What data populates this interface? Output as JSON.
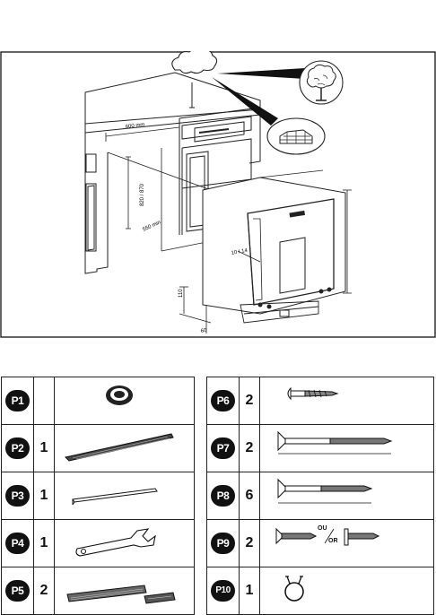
{
  "diagram": {
    "dim_width": "600 mm",
    "dim_height": "820 / 870",
    "dim_depth": "550 min",
    "dim_door": "10 / 14",
    "dim_gap": "110",
    "dim_foot": "60",
    "icons": [
      "cloud-icon",
      "tree-icon",
      "brick-wall-icon"
    ]
  },
  "parts_left": [
    {
      "id": "P1",
      "qty": "",
      "icon": "grommet-icon"
    },
    {
      "id": "P2",
      "qty": "1",
      "icon": "adhesive-strip-icon"
    },
    {
      "id": "P3",
      "qty": "1",
      "icon": "seal-strip-icon"
    },
    {
      "id": "P4",
      "qty": "1",
      "icon": "wrench-icon"
    },
    {
      "id": "P5",
      "qty": "2",
      "icon": "brush-strip-icon"
    }
  ],
  "parts_right": [
    {
      "id": "P6",
      "qty": "2",
      "icon": "round-head-screw-icon"
    },
    {
      "id": "P7",
      "qty": "2",
      "icon": "long-countersunk-screw-icon"
    },
    {
      "id": "P8",
      "qty": "6",
      "icon": "countersunk-screw-icon"
    },
    {
      "id": "P9",
      "qty": "2",
      "icon": "short-screws-icon",
      "ou": "OU",
      "or": "OR"
    },
    {
      "id": "P10",
      "qty": "1",
      "icon": "hose-clamp-icon"
    }
  ]
}
